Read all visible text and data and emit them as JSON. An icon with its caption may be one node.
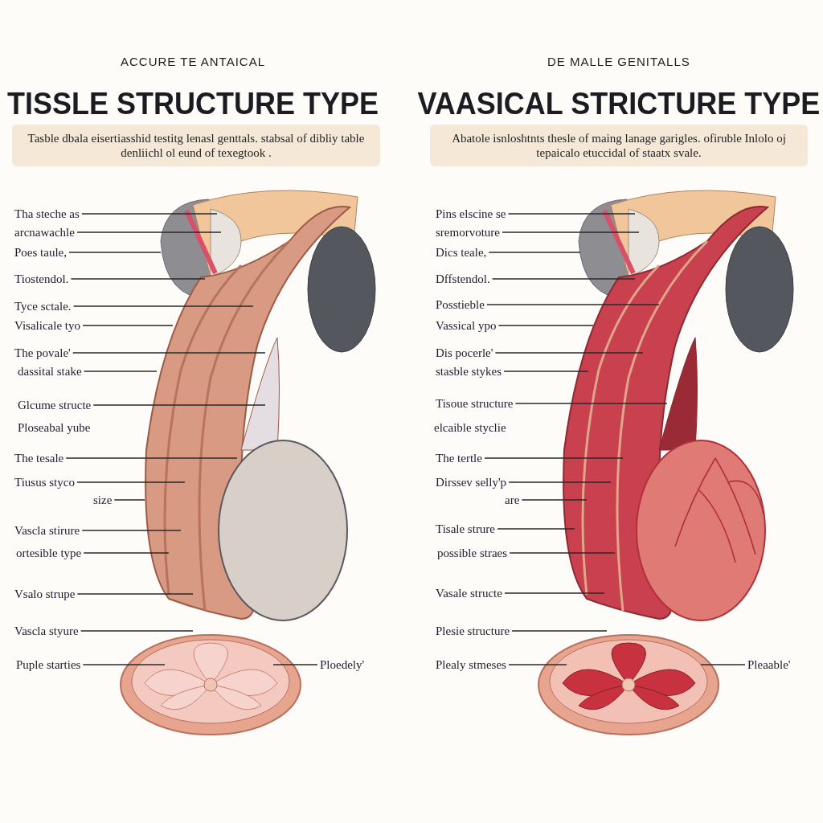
{
  "diagram": {
    "nodes": [
      {
        "text": [
          "Tasble dbala eisertiasshid testitg lenasl genttals. stabsal of dibliy table denliichl ol eund of texegtook ."
        ]
      },
      {
        "text": [
          "Abatole isnloshtnts thesle of maing lanage garigles. ofiruble Inlolo oj tepaicalo etuccidal of staatx svale."
        ]
      },
      {
        "text": [
          "Tha steche as"
        ]
      },
      {
        "text": [
          "arcnawachle"
        ]
      },
      {
        "text": [
          "Poes taule,"
        ]
      },
      {
        "text": [
          "Tiostendol."
        ]
      },
      {
        "text": [
          "Tyce sctale."
        ]
      },
      {
        "text": [
          "Visalicale tyo"
        ]
      },
      {
        "text": [
          "The povale'"
        ]
      },
      {
        "text": [
          "dassital stake"
        ]
      },
      {
        "text": [
          "Glcume structe"
        ]
      },
      {
        "text": [
          "The tesale"
        ]
      },
      {
        "text": [
          "Tiusus styco"
        ]
      },
      {
        "text": [
          "size"
        ]
      },
      {
        "text": [
          "Vascla stirure"
        ]
      },
      {
        "text": [
          "ortesible type"
        ]
      },
      {
        "text": [
          "Vsalo strupe"
        ]
      },
      {
        "text": [
          "Vascla styure"
        ]
      },
      {
        "text": [
          "Puple starties"
        ]
      },
      {
        "text": [
          "Ploedely'"
        ]
      },
      {
        "text": [
          "Pins elscine se"
        ]
      },
      {
        "text": [
          "sremorvoture"
        ]
      },
      {
        "text": [
          "Dics teale,"
        ]
      },
      {
        "text": [
          "Dffstendol."
        ]
      },
      {
        "text": [
          "Posstieble"
        ]
      },
      {
        "text": [
          "Vassical ypo"
        ]
      },
      {
        "text": [
          "Dis pocerle'"
        ]
      },
      {
        "text": [
          "stasble stykes"
        ]
      },
      {
        "text": [
          "Tisoue structure"
        ]
      },
      {
        "text": [
          "The tertle"
        ]
      },
      {
        "text": [
          "Dirssev selly'p"
        ]
      },
      {
        "text": [
          "are"
        ]
      },
      {
        "text": [
          "Tisale strure"
        ]
      },
      {
        "text": [
          "possible straes"
        ]
      },
      {
        "text": [
          "Vasale structe"
        ]
      },
      {
        "text": [
          "Plesie structure"
        ]
      },
      {
        "text": [
          "Plealy stmeses"
        ]
      },
      {
        "text": [
          "Pleaable'"
        ]
      }
    ],
    "edges": [
      {
        "from": 2,
        "to": null,
        "arrow": "none"
      },
      {
        "from": 3,
        "to": null,
        "arrow": "none"
      },
      {
        "from": 4,
        "to": null,
        "arrow": "none"
      },
      {
        "from": 5,
        "to": null,
        "arrow": "none"
      },
      {
        "from": 6,
        "to": null,
        "arrow": "none"
      },
      {
        "from": 7,
        "to": null,
        "arrow": "none"
      },
      {
        "from": 8,
        "to": null,
        "arrow": "none"
      },
      {
        "from": 9,
        "to": null,
        "arrow": "none"
      },
      {
        "from": 10,
        "to": null,
        "arrow": "none"
      },
      {
        "from": 11,
        "to": null,
        "arrow": "none"
      },
      {
        "from": 12,
        "to": null,
        "arrow": "none"
      },
      {
        "from": 13,
        "to": null,
        "arrow": "none"
      },
      {
        "from": 14,
        "to": null,
        "arrow": "none"
      },
      {
        "from": 15,
        "to": null,
        "arrow": "none"
      },
      {
        "from": 16,
        "to": null,
        "arrow": "none"
      },
      {
        "from": 17,
        "to": null,
        "arrow": "none"
      },
      {
        "from": 18,
        "to": null,
        "arrow": "none"
      },
      {
        "from": 19,
        "to": null,
        "arrow": "none"
      },
      {
        "from": 20,
        "to": null,
        "arrow": "none"
      },
      {
        "from": 21,
        "to": null,
        "arrow": "none"
      },
      {
        "from": 22,
        "to": null,
        "arrow": "none"
      },
      {
        "from": 23,
        "to": null,
        "arrow": "none"
      },
      {
        "from": 24,
        "to": null,
        "arrow": "none"
      },
      {
        "from": 25,
        "to": null,
        "arrow": "none"
      },
      {
        "from": 26,
        "to": null,
        "arrow": "none"
      },
      {
        "from": 27,
        "to": null,
        "arrow": "none"
      },
      {
        "from": 28,
        "to": null,
        "arrow": "none"
      },
      {
        "from": 29,
        "to": null,
        "arrow": "none"
      },
      {
        "from": 30,
        "to": null,
        "arrow": "none"
      },
      {
        "from": 31,
        "to": null,
        "arrow": "none"
      },
      {
        "from": 32,
        "to": null,
        "arrow": "none"
      },
      {
        "from": 33,
        "to": null,
        "arrow": "none"
      },
      {
        "from": 34,
        "to": null,
        "arrow": "none"
      },
      {
        "from": 35,
        "to": null,
        "arrow": "none"
      },
      {
        "from": 36,
        "to": null,
        "arrow": "none"
      },
      {
        "from": 37,
        "to": null,
        "arrow": "none"
      }
    ],
    "labels": [
      "ACCURE TE ANTAICAL",
      "DE MALLE GENITALLS",
      "TISSLE STRUCTURE TYPE",
      "VAASICAL STRICTURE TYPE",
      "Ploseabal yube",
      "elcaible styclie"
    ]
  }
}
